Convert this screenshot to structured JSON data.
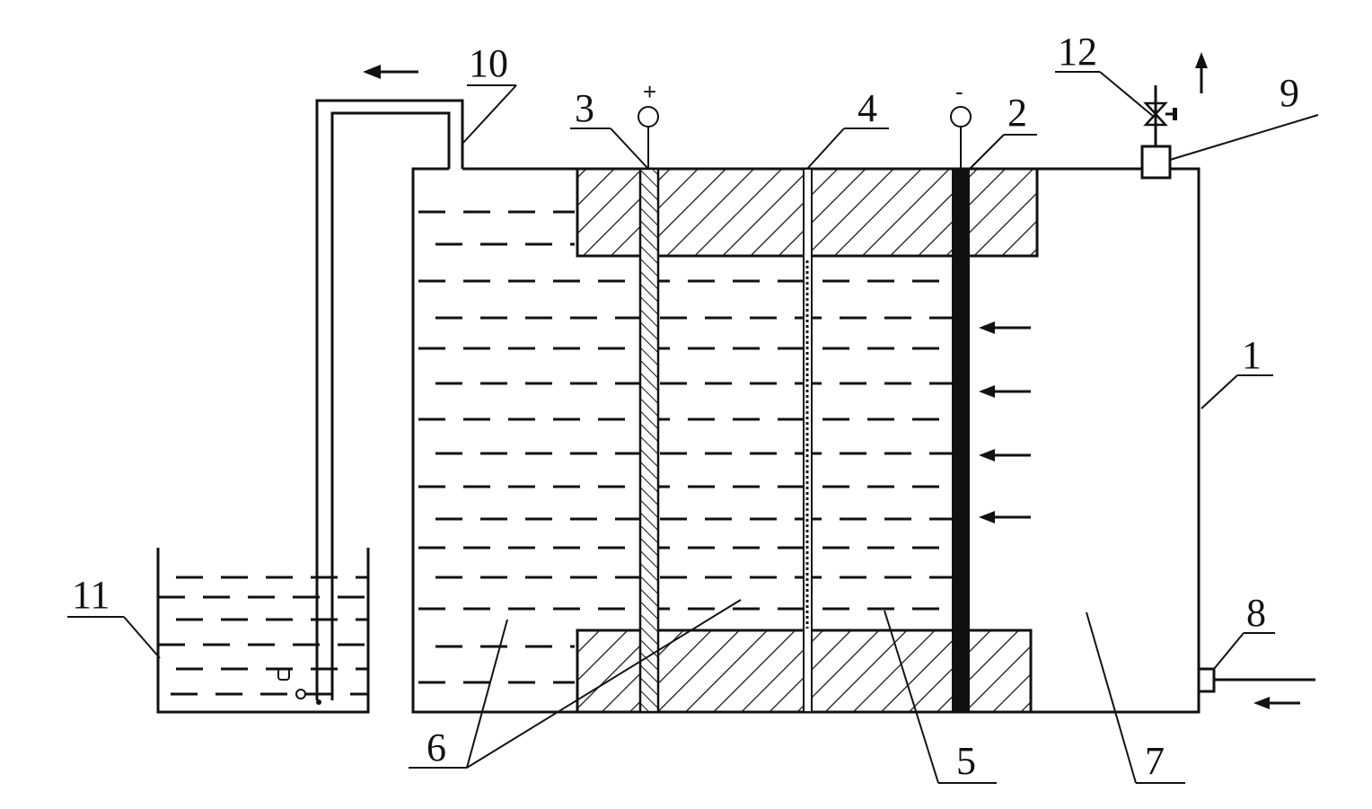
{
  "labels": {
    "l1": "1",
    "l2": "2",
    "l3": "3",
    "l4": "4",
    "l5": "5",
    "l6": "6",
    "l7": "7",
    "l8": "8",
    "l9": "9",
    "l10": "10",
    "l11": "11",
    "l12": "12"
  },
  "terminals": {
    "anode_sign": "+",
    "cathode_sign": "-"
  }
}
